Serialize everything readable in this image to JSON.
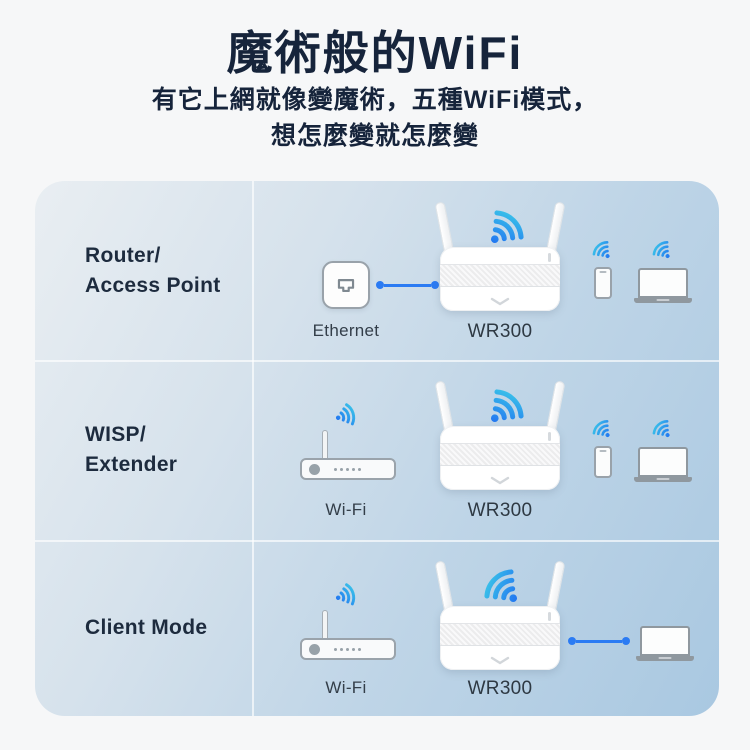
{
  "header": {
    "title": "魔術般的WiFi",
    "subtitle_line1": "有它上網就像變魔術，五種WiFi模式，",
    "subtitle_line2": "想怎麼變就怎麼變"
  },
  "rows": [
    {
      "label_line1": "Router/",
      "label_line2": "Access Point",
      "source_label": "Ethernet",
      "device_label": "WR300",
      "source_type": "ethernet-wall-jack",
      "link_to_device": "wired",
      "clients": [
        "phone-wireless",
        "laptop-wireless"
      ]
    },
    {
      "label_line1": "WISP/",
      "label_line2": "Extender",
      "source_label": "Wi-Fi",
      "device_label": "WR300",
      "source_type": "wifi-router",
      "link_to_device": "wireless",
      "clients": [
        "phone-wireless",
        "laptop-wireless"
      ]
    },
    {
      "label_line1": "Client Mode",
      "label_line2": "",
      "source_label": "Wi-Fi",
      "device_label": "WR300",
      "source_type": "wifi-router",
      "link_to_device": "wireless",
      "clients": [
        "laptop-wired"
      ]
    }
  ],
  "icons": {
    "wifi_signal": "wifi-waves-gradient",
    "ethernet": "rj45-jack",
    "router": "wr300-two-antennas",
    "phone": "smartphone",
    "laptop": "notebook",
    "wifi_router": "modem-with-antenna"
  },
  "colors": {
    "accent_blue": "#2b7bf3",
    "wifi_gradient_start": "#3cc9e8",
    "wifi_gradient_end": "#1f6ef2",
    "title_text": "#16243b",
    "panel_top_left": "#e9eef2",
    "panel_bottom_right": "#a9c8e1",
    "page_background": "#f6f7f8"
  }
}
